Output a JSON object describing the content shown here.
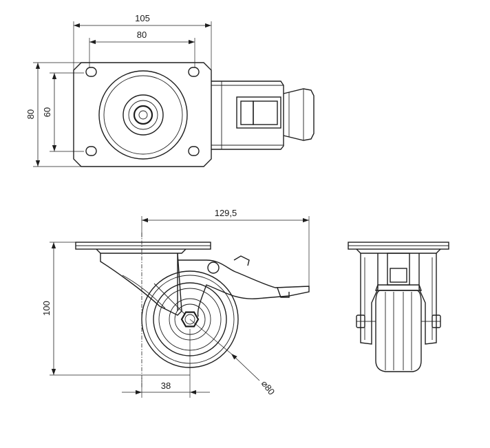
{
  "dimensions": {
    "top_width_outer": "105",
    "top_width_inner": "80",
    "top_height_outer": "80",
    "top_height_inner": "60",
    "total_length": "129,5",
    "total_height": "100",
    "offset": "38",
    "wheel_diameter": "⌀80"
  },
  "colors": {
    "line": "#1e1e1e",
    "background": "#ffffff"
  }
}
